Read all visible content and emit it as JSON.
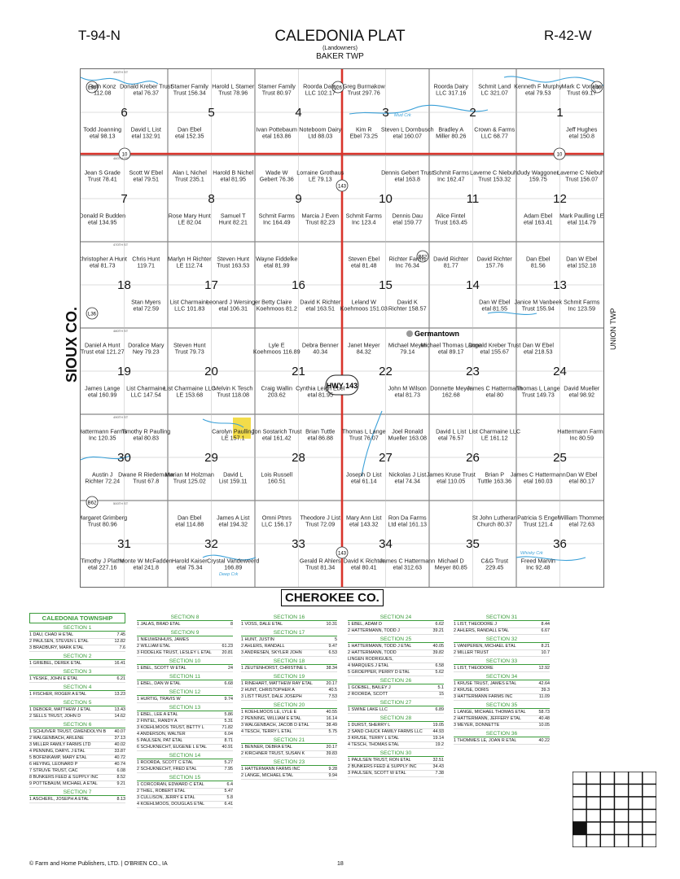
{
  "header": {
    "left": "T-94-N",
    "title": "CALEDONIA PLAT",
    "subtitle": "(Landowners)",
    "township": "BAKER TWP",
    "right": "R-42-W"
  },
  "side_labels": {
    "west": "SIOUX CO.",
    "east": "UNION TWP",
    "south": "CHEROKEE CO."
  },
  "map": {
    "town": "Germantown",
    "highway": "HWY 143",
    "roads": [
      "450TH ST",
      "460TH ST",
      "470TH ST",
      "480TH ST",
      "490TH ST",
      "500TH ST",
      "510TH ST"
    ],
    "route_markers": [
      "10",
      "10",
      "143",
      "143",
      "143",
      "L36",
      "L26",
      "L40",
      "B62",
      "B62",
      "L36"
    ],
    "creek": "Mud Crk",
    "creek2": "Deep Crk",
    "creek3": "Whisky Crk",
    "sections": [
      "1",
      "2",
      "3",
      "4",
      "5",
      "6",
      "7",
      "8",
      "9",
      "10",
      "11",
      "12",
      "13",
      "14",
      "15",
      "16",
      "17",
      "18",
      "19",
      "20",
      "21",
      "22",
      "23",
      "24",
      "25",
      "26",
      "27",
      "28",
      "29",
      "30",
      "31",
      "32",
      "33",
      "34",
      "35",
      "36"
    ],
    "owners": [
      "Ruth Konz 112.08",
      "Donald Kreber Trust etal 76.37",
      "Stamer Family Trust 156.34",
      "Harold L Stamer Trust 78.96",
      "Stamer Family Trust 80.97",
      "Roorda Dairy LLC 102.17",
      "Greg Burmakow Trust 297.76",
      "Roorda Dairy LLC 317.16",
      "Schmit Land LC 321.07",
      "Kenneth F Murphy etal 79.53",
      "Mark C Vonahn Trust 69.17",
      "Todd Joanning etal 98.13",
      "David L List etal 132.91",
      "Dan Ebel etal 152.35",
      "Ivan Pottebaum etal 163.86",
      "Noteboom Dairy Ltd 88.03",
      "Kim R Ebel 73.25",
      "Steven L Dornbusch etal 160.07",
      "Bradley A Miller 80.26",
      "Crown & Farms LLC 68.77",
      "Jeff Hughes etal 150.8",
      "Jean S Grade Trust 78.41",
      "Scott W Ebel etal 79.51",
      "Alan L Nichel Trust 235.1",
      "Harold B Nichel etal 81.95",
      "Wade W Gebert 76.36",
      "Lorraine Grothaus LE 79.13",
      "Dennis Gebert Trust etal 163.8",
      "Schmit Farms Inc 162.47",
      "Laverne C Niebuhr Trust 153.32",
      "Judy Waggoner 159.75",
      "Laverne C Niebuhr Trust 156.07",
      "Donald R Budden etal 134.95",
      "Rose Mary Hunt LE 82.04",
      "Samuel T Hunt 82.21",
      "Schmit Farms Inc 164.49",
      "Marcia J Even Trust 82.23",
      "Schmit Farms Inc 123.4",
      "Dennis Dau etal 159.77",
      "Alice Fintel Trust 163.45",
      "Adam Ebel etal 163.41",
      "Mark Paulling LE etal 114.79",
      "Christopher A Hunt etal 81.73",
      "Chris Hunt 119.71",
      "Marlyn H Richter LE 112.74",
      "Steven Hunt Trust 163.53",
      "Wayne Fiddelke etal 81.99",
      "Steven Ebel etal 81.48",
      "Richter Farms Inc 76.34",
      "David Richter 81.77",
      "David Richter 157.76",
      "Dan Ebel 81.56",
      "Dan W Ebel etal 152.18",
      "Stan Myers etal 72.59",
      "List Charmaine LLC 101.83",
      "Leonard J Wersinger etal 106.31",
      "Betty Claire Koehmoos 81.2",
      "David K Richter etal 163.51",
      "Leland W Koehmoos 151.03",
      "David K Richter 158.57",
      "Dan W Ebel etal 81.55",
      "Janice M Vanbeek Trust 155.94",
      "Schmit Farms Inc 123.59",
      "Daniel A Hunt Trust etal 121.27",
      "Doralice Mary Ney 79.23",
      "Steven Hunt Trust 79.73",
      "Lyle E Koehmoos 116.89",
      "Debra Benner 40.34",
      "Janet Meyer 84.32",
      "Michael Meyer 79.14",
      "Michael Thomas Lange etal 89.17",
      "Donald Kreber Trust etal 155.67",
      "Dan W Ebel etal 218.53",
      "James Lange etal 160.99",
      "List Charmaine LLC 147.54",
      "List Charmaine LLC LE 153.68",
      "Melvin K Tesch Trust 118.08",
      "Craig Wallin 203.62",
      "Cynthia Leigh Ebel etal 81.95",
      "John M Wilson etal 81.73",
      "Donnette Meyer 162.68",
      "James C Hattermann etal 80",
      "Thomas L Lange Trust 149.73",
      "David Mueller etal 98.92",
      "Hattermann Farms Inc 120.35",
      "Timothy R Paulling etal 80.83",
      "Carolyn Paulling LE 157.1",
      "Jon Sostarich Trust etal 161.42",
      "Brian Tuttle etal 86.88",
      "Thomas L Lange Trust 76.07",
      "Joel Ronald Mueller 163.08",
      "David L List etal 76.57",
      "List Charmaine LLC LE 161.12",
      "Hattermann Farms Inc 80.59",
      "Austin J Richter 72.24",
      "Dwane R Riedemann Trust 67.8",
      "Marian M Holzman Trust 125.02",
      "David L List 159.11",
      "Lois Russell 160.51",
      "Joseph D List etal 61.14",
      "Nickolas J List etal 74.34",
      "James Kruse Trust etal 110.05",
      "Brian P Tuttle 163.36",
      "James C Hattermann etal 160.03",
      "Dan W Ebel etal 80.17",
      "Margaret Grimberg Trust 80.96",
      "Dan Ebel etal 114.88",
      "James A List etal 194.32",
      "Omni Ptnrs LLC 156.17",
      "Theodore J List Trust 72.09",
      "Mary Ann List etal 143.32",
      "Ron Da Farms Ltd etal 161.13",
      "St John Lutheran Church 80.37",
      "Patricia S Engel Trust 121.4",
      "William Thommes etal 72.63",
      "Timothy J Plathe etal 227.16",
      "Monte W McFadden etal 241.8",
      "Harold Kaiser etal 75.34",
      "Crystal Vandeweerd 166.89",
      "Gerald R Ahlers Trust 81.34",
      "David K Richter etal 80.41",
      "James C Hattermann etal 312.63",
      "Michael D Meyer 80.85",
      "C&G Trust 229.45",
      "Freed Marvin Inc 92.48"
    ]
  },
  "legend": {
    "title": "CALEDONIA TOWNSHIP",
    "columns": [
      [
        {
          "h": "SECTION 1",
          "rows": [
            [
              "DAU, CHAD H ETAL",
              "7.45"
            ],
            [
              "PAULSEN, STEVEN L ETAL",
              "12.82"
            ],
            [
              "BRADBURY, MARK ETAL",
              "7.6"
            ]
          ]
        },
        {
          "h": "SECTION 2",
          "rows": [
            [
              "GRIEBEL, DEREK ETAL",
              "16.41"
            ]
          ]
        },
        {
          "h": "SECTION 3",
          "rows": [
            [
              "YESKE, JOHN E ETAL",
              "6.21"
            ]
          ]
        },
        {
          "h": "SECTION 4",
          "rows": [
            [
              "FISCHER, ROGER A ETAL",
              "13.23"
            ]
          ]
        },
        {
          "h": "SECTION 5",
          "rows": [
            [
              "DEBOER, MATTHEW J ETAL",
              "13.43"
            ],
            [
              "SELLS TRUST, JOHN D",
              "14.62"
            ]
          ]
        },
        {
          "h": "SECTION 6",
          "rows": [
            [
              "SCHUIVER TRUST, GWENDOLYN B",
              "40.07"
            ],
            [
              "WALGENBACH, ARLENE",
              "37.13"
            ],
            [
              "MILLER FAMILY FARMS LTD",
              "40.02"
            ],
            [
              "PENNING, DARYL J ETAL",
              "33.87"
            ],
            [
              "BOFENKAMP, MARY ETAL",
              "40.72"
            ],
            [
              "HEYING, LEONARD P",
              "40.74"
            ],
            [
              "STRUVE TRUST, CAC",
              "6.08"
            ],
            [
              "BUNKERS FEED & SUPPLY INC",
              "8.52"
            ],
            [
              "POTTEBAUM, MICHAEL A ETAL",
              "9.21"
            ]
          ]
        },
        {
          "h": "SECTION 7",
          "rows": [
            [
              "ASCHERL, JOSEPH A ETAL",
              "8.13"
            ]
          ]
        }
      ],
      [
        {
          "h": "SECTION 8",
          "rows": [
            [
              "JALAS, BRAD ETAL",
              "8"
            ]
          ]
        },
        {
          "h": "SECTION 9",
          "rows": [
            [
              "NIEUWENHUIS, JAMES",
              ""
            ],
            [
              "WILLIAM ETAL",
              "61.23"
            ],
            [
              "FIDDELKE TRUST, LESLEY L ETAL",
              "20.81"
            ]
          ]
        },
        {
          "h": "SECTION 10",
          "rows": [
            [
              "EBEL, SCOTT W ETAL",
              "24"
            ]
          ]
        },
        {
          "h": "SECTION 11",
          "rows": [
            [
              "EBEL, DAN W ETAL",
              "6.68"
            ]
          ]
        },
        {
          "h": "SECTION 12",
          "rows": [
            [
              "HURTIG, TRAVIS W",
              "9.74"
            ]
          ]
        },
        {
          "h": "SECTION 13",
          "rows": [
            [
              "EBEL, LEE A ETAL",
              "5.86"
            ],
            [
              "FINTEL, RANDY A",
              "5.31"
            ],
            [
              "KOEHLMOOS TRUST, BETTY L",
              "71.82"
            ],
            [
              "ANDERSON, WALTER",
              "6.04"
            ],
            [
              "PAULSEN, PAT ETAL",
              "8.71"
            ],
            [
              "SCHUKNECHT, EUGENE L ETAL",
              "40.91"
            ]
          ]
        },
        {
          "h": "SECTION 14",
          "rows": [
            [
              "ROORDA, SCOTT C ETAL",
              "5.27"
            ],
            [
              "SCHUKNECHT, FRED ETAL",
              "7.95"
            ]
          ]
        },
        {
          "h": "SECTION 15",
          "rows": [
            [
              "CORCORAN, EDWARD C ETAL",
              "6.4"
            ],
            [
              "THIEL, ROBERT ETAL",
              "5.47"
            ],
            [
              "CULLISON, JERRY E ETAL",
              "5.8"
            ],
            [
              "KOEHLMOOS, DOUGLAS ETAL",
              "6.41"
            ]
          ]
        }
      ],
      [
        {
          "h": "SECTION 16",
          "rows": [
            [
              "VOSS, DALE ETAL",
              "10.31"
            ]
          ]
        },
        {
          "h": "SECTION 17",
          "rows": [
            [
              "HUNT, JUSTIN",
              "5"
            ],
            [
              "AHLERS, RANDALL",
              "9.47"
            ],
            [
              "ANDRESEN, SKYLER JOHN",
              "6.53"
            ]
          ]
        },
        {
          "h": "SECTION 18",
          "rows": [
            [
              "ZEUTENHORST, CHRISTINE L",
              "38.34"
            ]
          ]
        },
        {
          "h": "SECTION 19",
          "rows": [
            [
              "RINEHART, MATTHEW RAY ETAL",
              "20.17"
            ],
            [
              "HUNT, CHRISTOPHER A",
              "40.5"
            ],
            [
              "LIST TRUST, DALE JOSEPH",
              "7.53"
            ]
          ]
        },
        {
          "h": "SECTION 20",
          "rows": [
            [
              "KOEHLMOOS LE, LYLE E",
              "40.55"
            ],
            [
              "PENNING, WILLIAM E ETAL",
              "16.14"
            ],
            [
              "WALGENBACH, JACOB D ETAL",
              "38.49"
            ],
            [
              "TESCH, TERRY L ETAL",
              "5.75"
            ]
          ]
        },
        {
          "h": "SECTION 21",
          "rows": [
            [
              "BENNER, DEBRA ETAL",
              "20.17"
            ],
            [
              "KIRCHNER TRUST, SUSAN K",
              "39.83"
            ]
          ]
        },
        {
          "h": "SECTION 23",
          "rows": [
            [
              "HATTERMANN FARMS INC",
              "9.28"
            ],
            [
              "LANGE, MICHAEL ETAL",
              "9.94"
            ]
          ]
        }
      ],
      [
        {
          "h": "SECTION 24",
          "rows": [
            [
              "EBEL, ADAM D",
              "6.62"
            ],
            [
              "HATTERMANN, TODD J",
              "39.21"
            ]
          ]
        },
        {
          "h": "SECTION 25",
          "rows": [
            [
              "HATTERMANN, TODD J ETAL",
              "40.05"
            ],
            [
              "HATTERMANN, TODD",
              "39.82"
            ],
            [
              "LINGEN RODRIGUES,",
              ""
            ],
            [
              "MARQUES J ETAL",
              "6.58"
            ],
            [
              "GROEPPER, PERRY D ETAL",
              "5.62"
            ]
          ]
        },
        {
          "h": "SECTION 26",
          "rows": [
            [
              "GOEBEL, BAILEY J",
              "5.1"
            ],
            [
              "ROORDA, SCOTT",
              "15"
            ]
          ]
        },
        {
          "h": "SECTION 27",
          "rows": [
            [
              "SWINE LAKE LLC",
              "6.89"
            ]
          ]
        },
        {
          "h": "SECTION 28",
          "rows": [
            [
              "DURST, SHERRY L",
              "19.05"
            ],
            [
              "SAND CHUCK FAMILY FARMS LLC",
              "44.93"
            ],
            [
              "KRUSE, TERRY L ETAL",
              "19.14"
            ],
            [
              "TESCH, THOMAS ETAL",
              "19.2"
            ]
          ]
        },
        {
          "h": "SECTION 30",
          "rows": [
            [
              "PAULSEN TRUST, RON ETAL",
              "32.51"
            ],
            [
              "BUNKERS FEED & SUPPLY INC",
              "34.43"
            ],
            [
              "PAULSEN, SCOTT W ETAL",
              "7.38"
            ]
          ]
        }
      ],
      [
        {
          "h": "SECTION 31",
          "rows": [
            [
              "LIST, THEODORE J",
              "8.44"
            ],
            [
              "AHLERS, RANDALL ETAL",
              "6.67"
            ]
          ]
        },
        {
          "h": "SECTION 32",
          "rows": [
            [
              "VANIPEREN, MICHAEL ETAL",
              "8.21"
            ],
            [
              "MILLER TRUST",
              "10.7"
            ]
          ]
        },
        {
          "h": "SECTION 33",
          "rows": [
            [
              "LIST, THEODORE",
              "12.92"
            ]
          ]
        },
        {
          "h": "SECTION 34",
          "rows": [
            [
              "KRUSE TRUST, JAMES ETAL",
              "42.64"
            ],
            [
              "KRUSE, DORIS",
              "39.3"
            ],
            [
              "HATTERMANN FARMS INC",
              "11.09"
            ]
          ]
        },
        {
          "h": "SECTION 35",
          "rows": [
            [
              "LANGE, MICHAEL THOMAS ETAL",
              "58.73"
            ],
            [
              "HATTERMANN, JEFFERY ETAL",
              "40.48"
            ],
            [
              "MEYER, DONNETTE",
              "10.05"
            ]
          ]
        },
        {
          "h": "SECTION 36",
          "rows": [
            [
              "THOMMES LE, JOAN R ETAL",
              "40.22"
            ]
          ]
        }
      ]
    ]
  },
  "footer": {
    "publisher": "© Farm and Home Publishers, LTD. | O'BRIEN CO., IA",
    "page": "18"
  },
  "colors": {
    "highway": "#d9342b",
    "water": "#3aa0d8",
    "legend_green": "#3a9b3a",
    "highlight": "#f3dc4a"
  }
}
